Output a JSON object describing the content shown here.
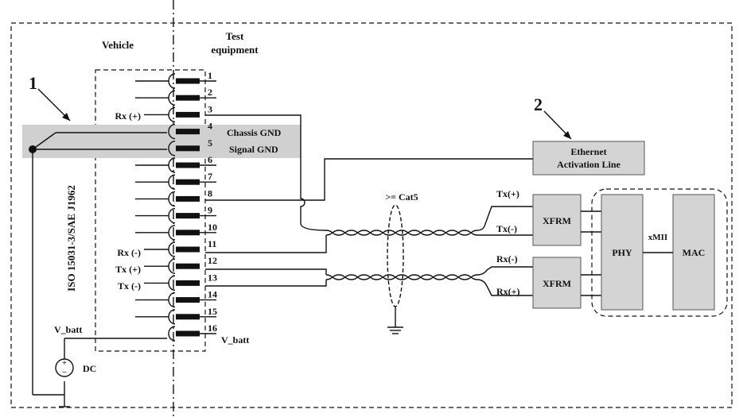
{
  "labels": {
    "vehicle": "Vehicle",
    "test_equipment_1": "Test",
    "test_equipment_2": "equipment",
    "callout_1": "1",
    "callout_2": "2",
    "standard": "ISO 15031-3/SAE J1962",
    "cable": ">= Cat5",
    "xmii": "xMII",
    "dc": "DC",
    "vbatt_left": "V_batt",
    "vbatt_right": "V_batt",
    "chassis_gnd": "Chassis GND",
    "signal_gnd": "Signal GND"
  },
  "pins": [
    "1",
    "2",
    "3",
    "4",
    "5",
    "6",
    "7",
    "8",
    "9",
    "10",
    "11",
    "12",
    "13",
    "14",
    "15",
    "16"
  ],
  "pin_signals": {
    "rx_plus": "Rx (+)",
    "rx_minus": "Rx (-)",
    "tx_plus": "Tx (+)",
    "tx_minus": "Tx (-)"
  },
  "blocks": {
    "eal_1": "Ethernet",
    "eal_2": "Activation Line",
    "xfrm_top": "XFRM",
    "xfrm_bottom": "XFRM",
    "phy": "PHY",
    "mac": "MAC"
  },
  "xfrm_pins": {
    "top_1": "Tx(+)",
    "top_2": "Tx(-)",
    "bot_1": "Rx(-)",
    "bot_2": "Rx(+)"
  },
  "colors": {
    "line": "#111111",
    "block_fill": "#d4d4d4",
    "ground_band": "#d0d0d0"
  }
}
